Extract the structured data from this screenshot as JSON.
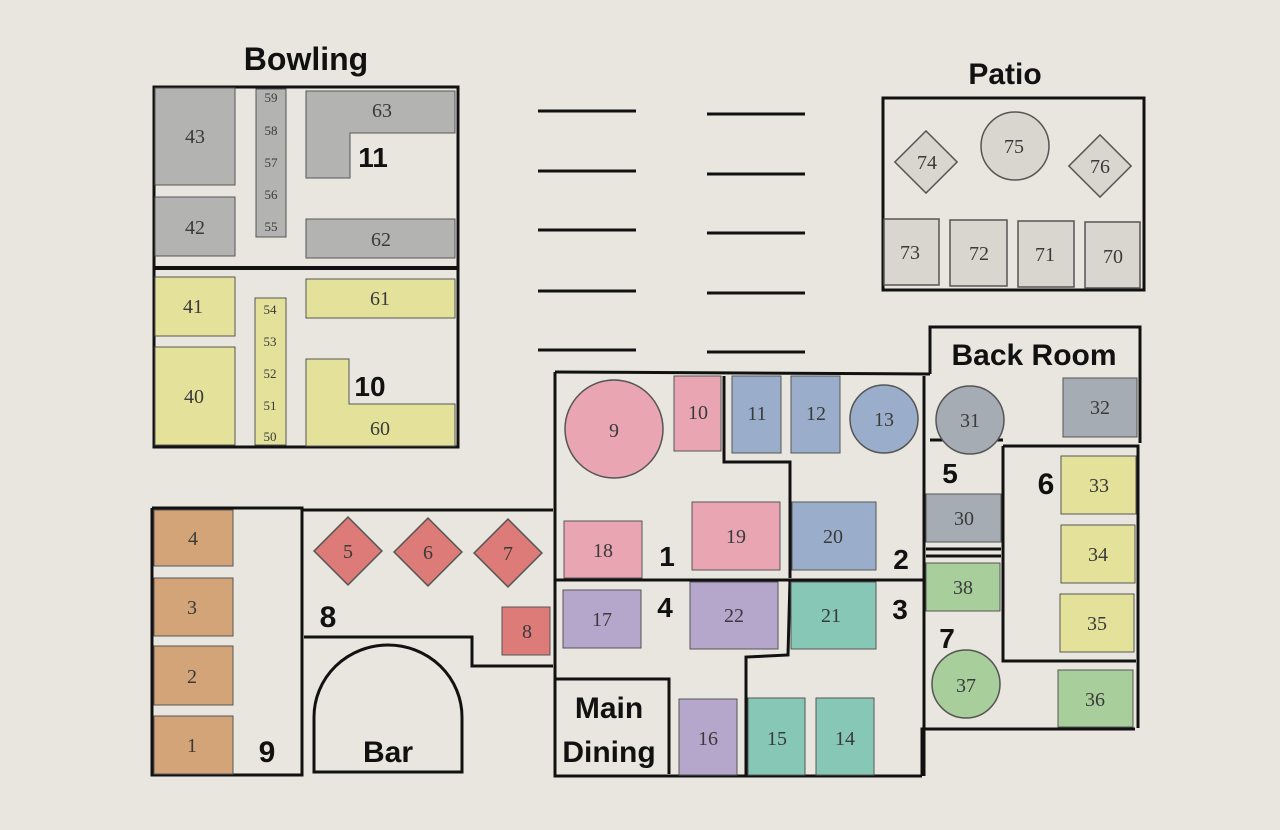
{
  "rooms": {
    "bowling": "Bowling",
    "patio": "Patio",
    "back_room": "Back Room",
    "bar": "Bar",
    "main": "Main",
    "dining": "Dining"
  },
  "sections": {
    "s1": "1",
    "s2": "2",
    "s3": "3",
    "s4": "4",
    "s5": "5",
    "s6": "6",
    "s7": "7",
    "s8": "8",
    "s9": "9",
    "s10": "10",
    "s11": "11"
  },
  "colors": {
    "gray": "#b3b3b1",
    "yellow": "#e4e29a",
    "patio": "#d9d6d0",
    "pink": "#e9a6b2",
    "blue": "#9aaecb",
    "slate": "#a6acb3",
    "green": "#a8cf9b",
    "teal": "#86c7b6",
    "purple": "#b5a6cc",
    "tan": "#d2a477",
    "red": "#dc7b78"
  },
  "tables": {
    "t1": "1",
    "t2": "2",
    "t3": "3",
    "t4": "4",
    "t5": "5",
    "t6": "6",
    "t7": "7",
    "t8": "8",
    "t9": "9",
    "t10": "10",
    "t11": "11",
    "t12": "12",
    "t13": "13",
    "t14": "14",
    "t15": "15",
    "t16": "16",
    "t17": "17",
    "t18": "18",
    "t19": "19",
    "t20": "20",
    "t21": "21",
    "t22": "22",
    "t30": "30",
    "t31": "31",
    "t32": "32",
    "t33": "33",
    "t34": "34",
    "t35": "35",
    "t36": "36",
    "t37": "37",
    "t38": "38",
    "t40": "40",
    "t41": "41",
    "t42": "42",
    "t43": "43",
    "t50": "50",
    "t51": "51",
    "t52": "52",
    "t53": "53",
    "t54": "54",
    "t55": "55",
    "t56": "56",
    "t57": "57",
    "t58": "58",
    "t59": "59",
    "t60": "60",
    "t61": "61",
    "t62": "62",
    "t63": "63",
    "t70": "70",
    "t71": "71",
    "t72": "72",
    "t73": "73",
    "t74": "74",
    "t75": "75",
    "t76": "76"
  }
}
